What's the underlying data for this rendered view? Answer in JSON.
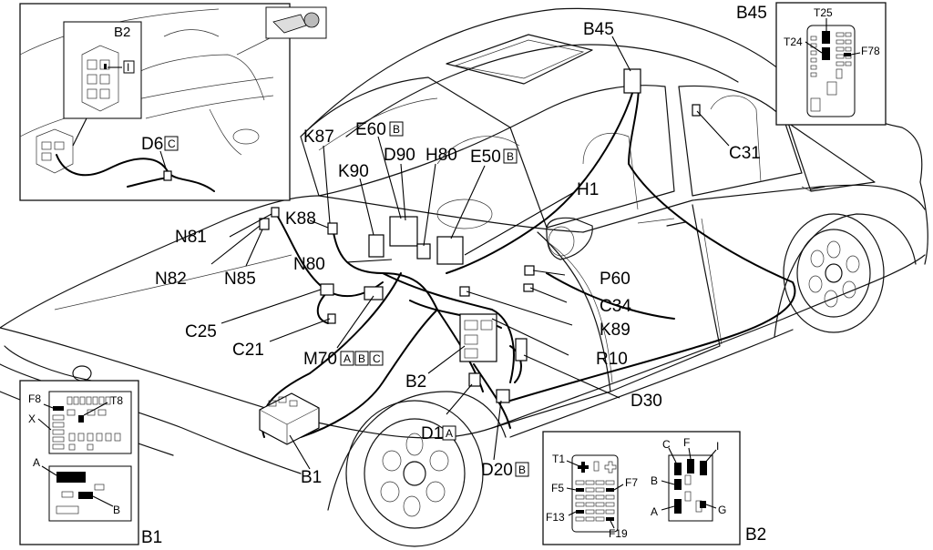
{
  "labels": {
    "B45": "B45",
    "C31": "C31",
    "H1": "H1",
    "E50": "E50",
    "E50_tag": "B",
    "H80": "H80",
    "D90": "D90",
    "E60": "E60",
    "E60_tag": "B",
    "K87": "K87",
    "K90": "K90",
    "K88": "K88",
    "N80": "N80",
    "N81": "N81",
    "N82": "N82",
    "N85": "N85",
    "P60": "P60",
    "C34": "C34",
    "K89": "K89",
    "R10": "R10",
    "D30": "D30",
    "C25": "C25",
    "C21": "C21",
    "M70": "M70",
    "M70_tags": [
      "A",
      "B",
      "C"
    ],
    "B2": "B2",
    "D1": "D1",
    "D1_tag": "A",
    "D20": "D20",
    "D20_tag": "B",
    "B1": "B1"
  },
  "inset_top_left": {
    "B2": "B2",
    "D6": "D6",
    "D6_tag": "C",
    "pin_tag": "I"
  },
  "inset_b45": {
    "title": "B45",
    "T25": "T25",
    "T24": "T24",
    "F78": "F78"
  },
  "inset_b1": {
    "title": "B1",
    "F8": "F8",
    "T8": "T8",
    "X": "X",
    "A": "A",
    "B": "B"
  },
  "inset_b2": {
    "title": "B2",
    "T1": "T1",
    "F5": "F5",
    "F7": "F7",
    "F13": "F13",
    "F19": "F19",
    "C": "C",
    "F": "F",
    "I": "I",
    "B": "B",
    "A": "A",
    "G": "G"
  }
}
